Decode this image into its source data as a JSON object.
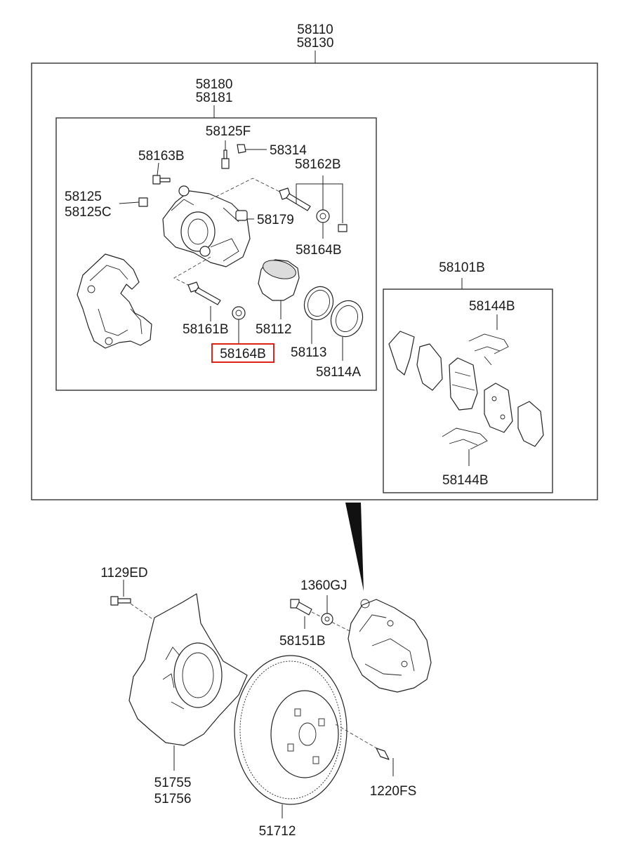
{
  "labels": {
    "assy_1": "58110",
    "assy_2": "58130",
    "caliper_1": "58180",
    "caliper_2": "58181",
    "bleeder": "58125F",
    "bleeder_cap": "58314",
    "bolt_b": "58163B",
    "guide_pin_kit": "58162B",
    "bracket_1": "58125",
    "bracket_2": "58125C",
    "bushing": "58179",
    "boot_upper": "58164B",
    "guide_rod_lower": "58161B",
    "piston": "58112",
    "boot_lower": "58164B",
    "seal": "58113",
    "piston_boot": "58114A",
    "pad_kit": "58101B",
    "spring_upper": "58144B",
    "spring_lower": "58144B",
    "bolt_shield": "1129ED",
    "shield_1": "51755",
    "shield_2": "51756",
    "disc": "51712",
    "nut": "1360GJ",
    "caliper_bolt": "58151B",
    "screw": "1220FS"
  },
  "highlight": {
    "color": "#e0201a",
    "target": "boot_lower"
  }
}
